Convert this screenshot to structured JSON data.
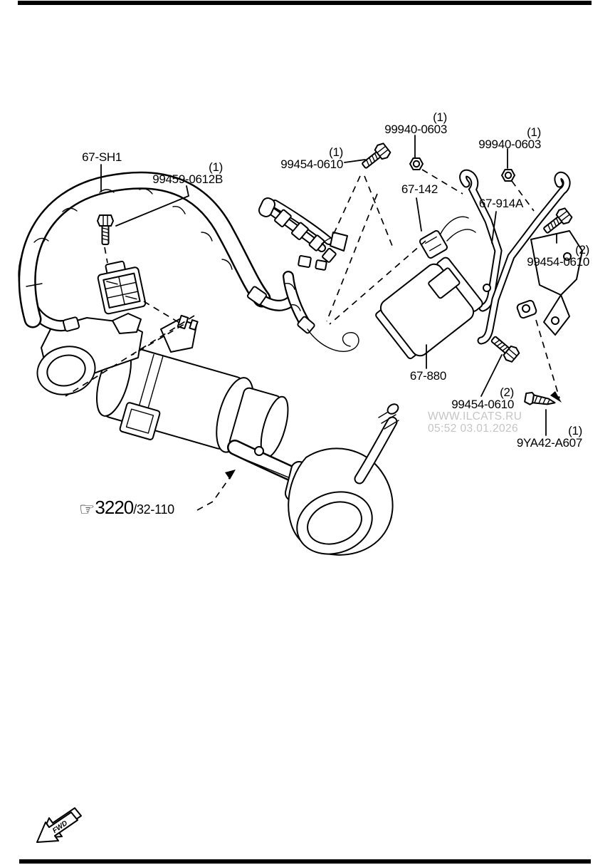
{
  "colors": {
    "line": "#000000",
    "background": "#ffffff",
    "watermark": "#c5c5c5"
  },
  "watermark": {
    "site_line": "WWW.ILCATS.RU",
    "date_line": "05:52 03.01.2026"
  },
  "direction_indicator": {
    "label": "FWD"
  },
  "reference_callout": {
    "icon": "pointing-hand-icon",
    "icon_glyph": "☞",
    "group": "3220",
    "subgroup": "/32-110"
  },
  "part_labels": [
    {
      "id": "harness-67-sh1",
      "qty": "",
      "part": "67-SH1"
    },
    {
      "id": "bolt-99459-0612b",
      "qty": "(1)",
      "part": "99459-0612B"
    },
    {
      "id": "bolt-99454-0610-a",
      "qty": "(1)",
      "part": "99454-0610"
    },
    {
      "id": "nut-99940-0603-a",
      "qty": "(1)",
      "part": "99940-0603"
    },
    {
      "id": "nut-99940-0603-b",
      "qty": "(1)",
      "part": "99940-0603"
    },
    {
      "id": "connector-67-142",
      "qty": "",
      "part": "67-142"
    },
    {
      "id": "bracket-67-914a",
      "qty": "",
      "part": "67-914A"
    },
    {
      "id": "bolt-99454-0610-b",
      "qty": "(2)",
      "part": "99454-0610"
    },
    {
      "id": "module-67-880",
      "qty": "",
      "part": "67-880"
    },
    {
      "id": "bolt-99454-0610-c",
      "qty": "(2)",
      "part": "99454-0610"
    },
    {
      "id": "screw-9ya42-a607",
      "qty": "(1)",
      "part": "9YA42-A607"
    }
  ]
}
